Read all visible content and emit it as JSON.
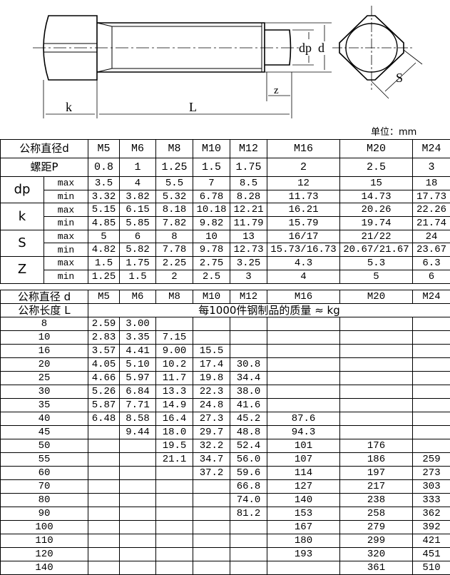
{
  "drawing": {
    "labels": {
      "dp": "dp",
      "d": "d",
      "z": "z",
      "k": "k",
      "L": "L",
      "S": "S"
    }
  },
  "unit_label": "单位：mm",
  "dimensions_table": {
    "header_label": "公称直径d",
    "sizes": [
      "M5",
      "M6",
      "M8",
      "M10",
      "M12",
      "M16",
      "M20",
      "M24"
    ],
    "pitch_label": "螺距P",
    "pitch": [
      "0.8",
      "1",
      "1.25",
      "1.5",
      "1.75",
      "2",
      "2.5",
      "3"
    ],
    "params": [
      {
        "name": "dp",
        "rows": [
          {
            "limit": "max",
            "values": [
              "3.5",
              "4",
              "5.5",
              "7",
              "8.5",
              "12",
              "15",
              "18"
            ]
          },
          {
            "limit": "min",
            "values": [
              "3.32",
              "3.82",
              "5.32",
              "6.78",
              "8.28",
              "11.73",
              "14.73",
              "17.73"
            ]
          }
        ]
      },
      {
        "name": "k",
        "rows": [
          {
            "limit": "max",
            "values": [
              "5.15",
              "6.15",
              "8.18",
              "10.18",
              "12.21",
              "16.21",
              "20.26",
              "22.26"
            ]
          },
          {
            "limit": "min",
            "values": [
              "4.85",
              "5.85",
              "7.82",
              "9.82",
              "11.79",
              "15.79",
              "19.74",
              "21.74"
            ]
          }
        ]
      },
      {
        "name": "S",
        "rows": [
          {
            "limit": "max",
            "values": [
              "5",
              "6",
              "8",
              "10",
              "13",
              "16/17",
              "21/22",
              "24"
            ]
          },
          {
            "limit": "min",
            "values": [
              "4.82",
              "5.82",
              "7.78",
              "9.78",
              "12.73",
              "15.73/16.73",
              "20.67/21.67",
              "23.67"
            ]
          }
        ]
      },
      {
        "name": "Z",
        "rows": [
          {
            "limit": "max",
            "values": [
              "1.5",
              "1.75",
              "2.25",
              "2.75",
              "3.25",
              "4.3",
              "5.3",
              "6.3"
            ]
          },
          {
            "limit": "min",
            "values": [
              "1.25",
              "1.5",
              "2",
              "2.5",
              "3",
              "4",
              "5",
              "6"
            ]
          }
        ]
      }
    ]
  },
  "mass_table": {
    "header_label": "公称直径 d",
    "sizes": [
      "M5",
      "M6",
      "M8",
      "M10",
      "M12",
      "M16",
      "M20",
      "M24"
    ],
    "length_label": "公称长度 L",
    "mass_caption": "每1000件钢制品的质量 ≈ kg",
    "rows": [
      {
        "L": "8",
        "values": [
          "2.59",
          "3.00",
          "",
          "",
          "",
          "",
          "",
          ""
        ]
      },
      {
        "L": "10",
        "values": [
          "2.83",
          "3.35",
          "7.15",
          "",
          "",
          "",
          "",
          ""
        ]
      },
      {
        "L": "16",
        "values": [
          "3.57",
          "4.41",
          "9.00",
          "15.5",
          "",
          "",
          "",
          ""
        ]
      },
      {
        "L": "20",
        "values": [
          "4.05",
          "5.10",
          "10.2",
          "17.4",
          "30.8",
          "",
          "",
          ""
        ]
      },
      {
        "L": "25",
        "values": [
          "4.66",
          "5.97",
          "11.7",
          "19.8",
          "34.4",
          "",
          "",
          ""
        ]
      },
      {
        "L": "30",
        "values": [
          "5.26",
          "6.84",
          "13.3",
          "22.3",
          "38.0",
          "",
          "",
          ""
        ]
      },
      {
        "L": "35",
        "values": [
          "5.87",
          "7.71",
          "14.9",
          "24.8",
          "41.6",
          "",
          "",
          ""
        ]
      },
      {
        "L": "40",
        "values": [
          "6.48",
          "8.58",
          "16.4",
          "27.3",
          "45.2",
          "87.6",
          "",
          ""
        ]
      },
      {
        "L": "45",
        "values": [
          "",
          "9.44",
          "18.0",
          "29.7",
          "48.8",
          "94.3",
          "",
          ""
        ]
      },
      {
        "L": "50",
        "values": [
          "",
          "",
          "19.5",
          "32.2",
          "52.4",
          "101",
          "176",
          ""
        ]
      },
      {
        "L": "55",
        "values": [
          "",
          "",
          "21.1",
          "34.7",
          "56.0",
          "107",
          "186",
          "259"
        ]
      },
      {
        "L": "60",
        "values": [
          "",
          "",
          "",
          "37.2",
          "59.6",
          "114",
          "197",
          "273"
        ]
      },
      {
        "L": "70",
        "values": [
          "",
          "",
          "",
          "",
          "66.8",
          "127",
          "217",
          "303"
        ]
      },
      {
        "L": "80",
        "values": [
          "",
          "",
          "",
          "",
          "74.0",
          "140",
          "238",
          "333"
        ]
      },
      {
        "L": "90",
        "values": [
          "",
          "",
          "",
          "",
          "81.2",
          "153",
          "258",
          "362"
        ]
      },
      {
        "L": "100",
        "values": [
          "",
          "",
          "",
          "",
          "",
          "167",
          "279",
          "392"
        ]
      },
      {
        "L": "110",
        "values": [
          "",
          "",
          "",
          "",
          "",
          "180",
          "299",
          "421"
        ]
      },
      {
        "L": "120",
        "values": [
          "",
          "",
          "",
          "",
          "",
          "193",
          "320",
          "451"
        ]
      },
      {
        "L": "140",
        "values": [
          "",
          "",
          "",
          "",
          "",
          "",
          "361",
          "510"
        ]
      }
    ]
  }
}
